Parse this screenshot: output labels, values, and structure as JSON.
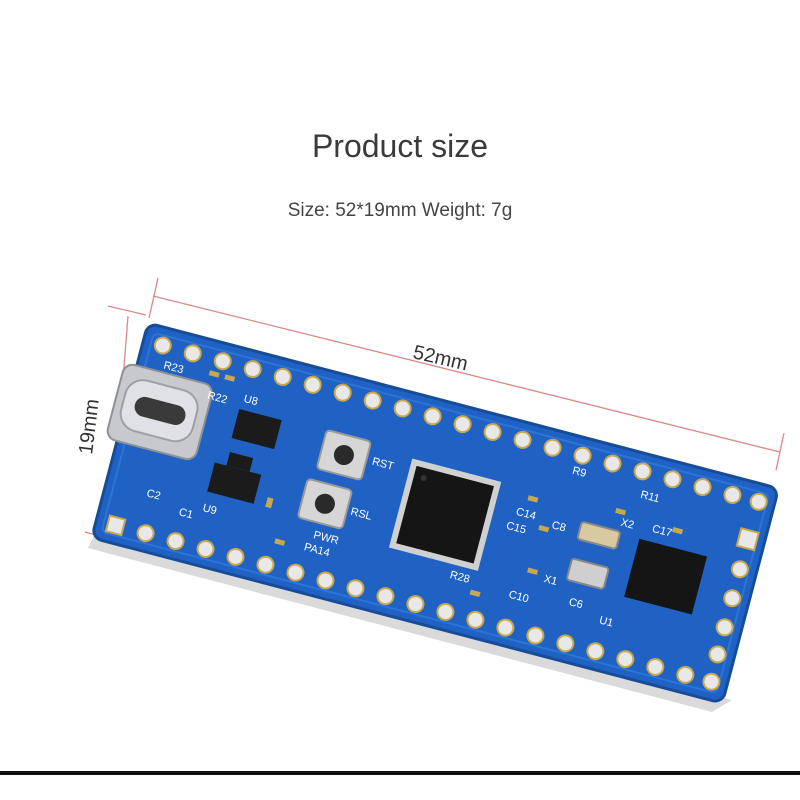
{
  "heading": {
    "title": "Product size",
    "subtitle": "Size: 52*19mm Weight: 7g"
  },
  "dimensions": {
    "length_label": "52mm",
    "width_label": "19mm"
  },
  "board": {
    "color": "#1f62c4",
    "silkscreen": {
      "r23": "R23",
      "r22": "R22",
      "u8": "U8",
      "u9": "U9",
      "c2": "C2",
      "c1": "C1",
      "pwr": "PWR",
      "pa14": "PA14",
      "rst": "RST",
      "rsl": "RSL",
      "r9": "R9",
      "r11": "R11",
      "c14": "C14",
      "c15": "C15",
      "c8": "C8",
      "x2": "X2",
      "c17": "C17",
      "x1": "X1",
      "c10": "C10",
      "c6": "C6",
      "r28": "R28",
      "u1": "U1"
    }
  }
}
